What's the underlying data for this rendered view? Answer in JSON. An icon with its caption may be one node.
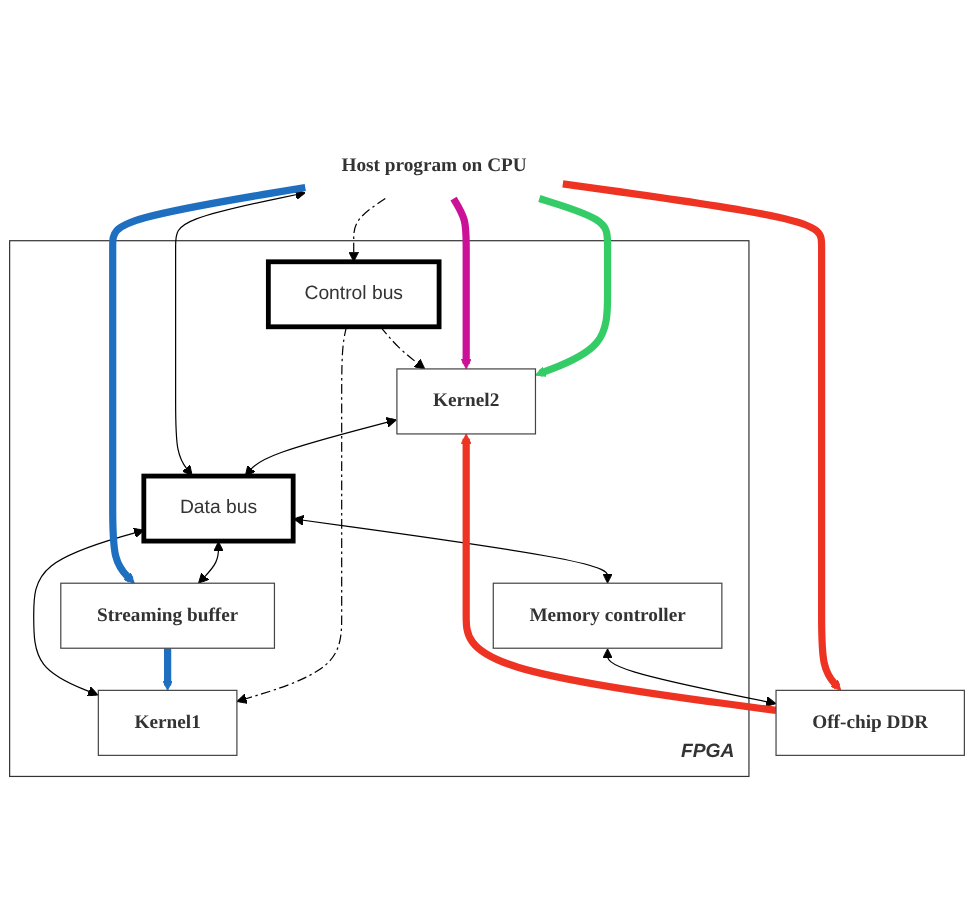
{
  "diagram": {
    "nodes": [
      {
        "text": [
          "Host program on CPU"
        ]
      },
      {
        "text": [
          "FPGA"
        ]
      },
      {
        "text": [
          "Control bus"
        ],
        "in": 1
      },
      {
        "text": [
          "Kernel1"
        ],
        "in": 1
      },
      {
        "text": [
          "Kernel2"
        ],
        "in": 1
      },
      {
        "text": [
          "Data bus"
        ],
        "in": 1
      },
      {
        "text": [
          "Streaming buffer"
        ],
        "in": 1
      },
      {
        "text": [
          "Memory controller"
        ],
        "in": 1
      },
      {
        "text": [
          "Off-chip DDR"
        ]
      }
    ],
    "edges": [
      {
        "from": 0,
        "to": 4,
        "arrow": "to",
        "style": "thick",
        "color": "#33cc66"
      },
      {
        "from": 0,
        "to": 4,
        "arrow": "to",
        "style": "thick",
        "color": "#cc1199"
      },
      {
        "from": 0,
        "to": 2,
        "arrow": "to",
        "style": "dashed"
      },
      {
        "from": 2,
        "to": 3,
        "arrow": "to",
        "style": "dashed"
      },
      {
        "from": 2,
        "to": 4,
        "arrow": "to",
        "style": "dashed"
      },
      {
        "from": 3,
        "to": 5,
        "arrow": "both"
      },
      {
        "from": 4,
        "to": 5,
        "arrow": "both"
      },
      {
        "from": 5,
        "to": 6,
        "arrow": "both"
      },
      {
        "from": 5,
        "to": 7,
        "arrow": "both"
      },
      {
        "from": 7,
        "to": 8,
        "arrow": "both"
      },
      {
        "from": 5,
        "to": 0,
        "arrow": "both"
      },
      {
        "from": 0,
        "to": 6,
        "arrow": "to",
        "style": "thick",
        "color": "#1f6fc0"
      },
      {
        "from": 6,
        "to": 3,
        "arrow": "to",
        "style": "thick",
        "color": "#1f6fc0"
      },
      {
        "from": 0,
        "to": 8,
        "arrow": "to",
        "style": "thick",
        "color": "#ee3322"
      },
      {
        "from": 8,
        "to": 4,
        "arrow": "to",
        "style": "thick",
        "color": "#ee3322"
      }
    ]
  }
}
